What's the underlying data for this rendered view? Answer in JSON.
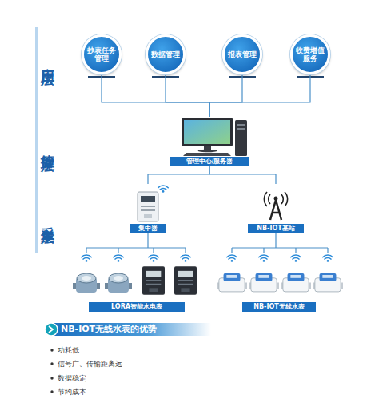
{
  "diagram": {
    "nodes": [
      {
        "text": [
          "应用层"
        ]
      },
      {
        "text": [
          "抄表任务管理"
        ]
      },
      {
        "text": [
          "数据管理"
        ]
      },
      {
        "text": [
          "报表管理"
        ]
      },
      {
        "text": [
          "收费增值服务"
        ]
      },
      {
        "text": [
          "管理层"
        ]
      },
      {
        "text": [
          "管理中心/服务器"
        ]
      },
      {
        "text": [
          "采集层"
        ]
      },
      {
        "text": [
          "集中器"
        ]
      },
      {
        "text": [
          "NB-IOT基站"
        ]
      },
      {
        "text": [
          "LORA智能水电表"
        ]
      },
      {
        "text": [
          "NB-IOT无线水表"
        ]
      }
    ],
    "edges": [
      {
        "from": 1,
        "to": 6,
        "arrow": "none"
      },
      {
        "from": 2,
        "to": 6,
        "arrow": "none"
      },
      {
        "from": 3,
        "to": 6,
        "arrow": "none"
      },
      {
        "from": 4,
        "to": 6,
        "arrow": "none"
      },
      {
        "from": 6,
        "to": 8,
        "arrow": "none"
      },
      {
        "from": 6,
        "to": 9,
        "arrow": "none"
      },
      {
        "from": 8,
        "to": 10,
        "arrow": "none"
      },
      {
        "from": 9,
        "to": 11,
        "arrow": "none"
      }
    ],
    "labels": [
      "NB-IOT无线水表的优势",
      "功耗低",
      "信号广、传输距离远",
      "数据稳定",
      "节约成本"
    ]
  }
}
